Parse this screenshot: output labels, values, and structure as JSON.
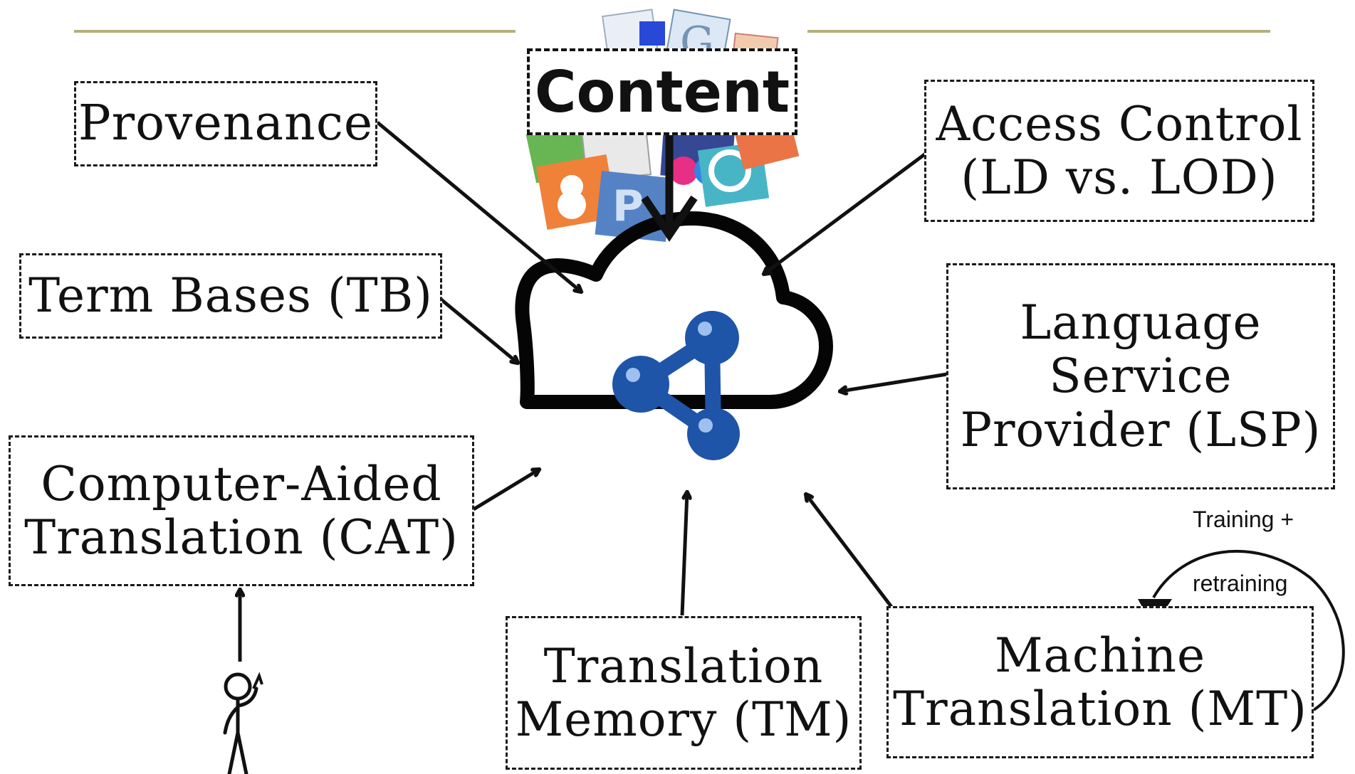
{
  "colors": {
    "rule": "#b5b07c",
    "node_blue": "#1f55a8",
    "ink": "#111111"
  },
  "icons": [
    "cloud-icon",
    "linked-data-graph-icon",
    "stick-figure-user-icon",
    "social-media-logos-icon"
  ],
  "diagram": {
    "content": "Content",
    "provenance": "Provenance",
    "access_control": [
      "Access Control",
      "(LD vs. LOD)"
    ],
    "term_bases": "Term Bases (TB)",
    "lsp": [
      "Language",
      "Service",
      "Provider (LSP)"
    ],
    "cat": [
      "Computer-Aided",
      "Translation (CAT)"
    ],
    "tm": [
      "Translation",
      "Memory (TM)"
    ],
    "mt": [
      "Machine",
      "Translation (MT)"
    ],
    "training_label_1": "Training +",
    "training_label_2": "retraining"
  }
}
